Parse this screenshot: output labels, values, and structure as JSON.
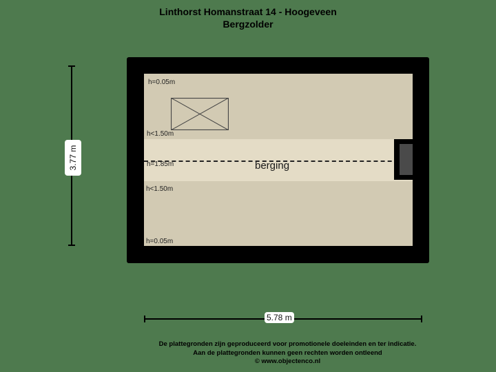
{
  "title": {
    "line1": "Linthorst Homanstraat 14 - Hoogeveen",
    "line2": "Bergzolder"
  },
  "room": {
    "name": "berging",
    "height_labels": [
      "h=0.05m",
      "h<1.50m",
      "h=1.85m",
      "h<1.50m",
      "h=0.05m"
    ]
  },
  "dimensions": {
    "depth": "3.77 m",
    "width": "5.78 m"
  },
  "footer": {
    "line1": "De plattegronden zijn geproduceerd voor promotionele doeleinden en ter indicatie.",
    "line2": "Aan de plattegronden kunnen geen rechten worden ontleend",
    "line3": "© www.objectenco.nl"
  },
  "colors": {
    "background": "#4e7a4e",
    "wall": "#000000",
    "floor_low": "#d2cab3",
    "floor_high": "#e4dcc6",
    "chimney": "#4a4a4a"
  }
}
